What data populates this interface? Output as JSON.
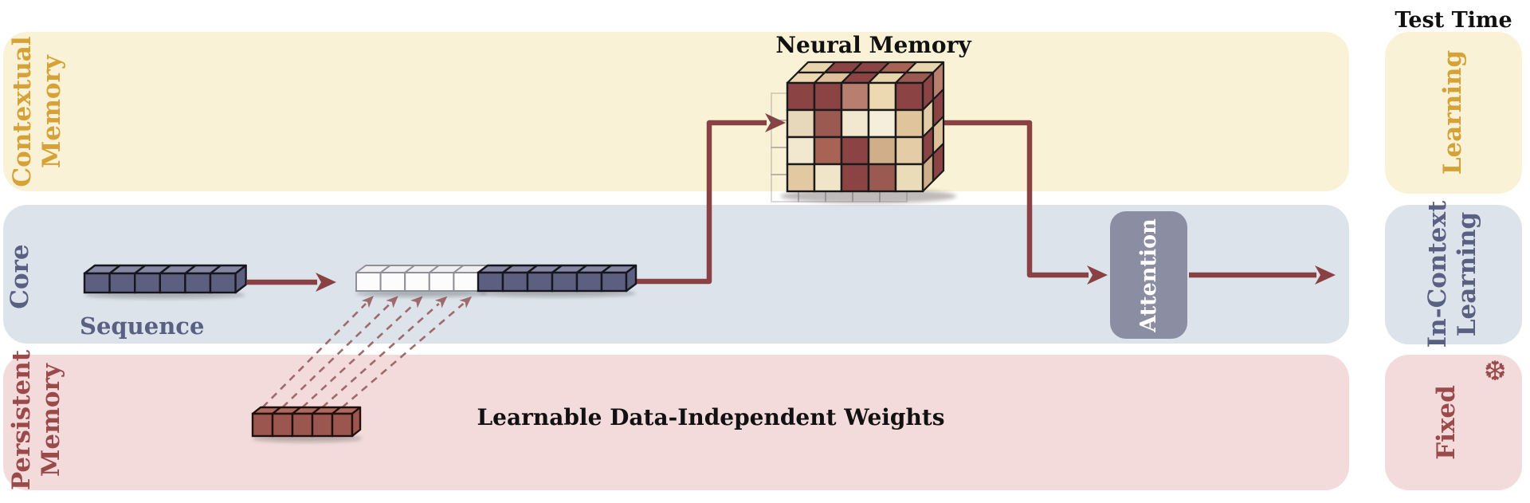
{
  "palette": {
    "band-yellow": "#FAF2D6",
    "band-blue": "#DCE3EB",
    "band-pink": "#F2DBDA",
    "gold-text": "#D6A137",
    "slate-text": "#596081",
    "red-text": "#9B4A4C",
    "arrow": "#8A4143",
    "dashed-arrow": "#A06A6C",
    "attention-box": "#8B8EA3",
    "attention-text": "#FFFFFF",
    "seq-cube-front": "#5C5F80",
    "seq-cube-top": "#8487A4",
    "seq-cube-stroke": "#16161E",
    "white-cube-front": "#FCFCFC",
    "white-cube-top": "#EFEFF2",
    "white-cube-stroke": "#8F8F97",
    "persistent-cube-front": "#9C5650",
    "persistent-cube-top": "#AC6A5F",
    "persistent-cube-stroke": "#200F0C",
    "neural-stroke": "#1A1A1A"
  },
  "header": {
    "test_time": "Test Time"
  },
  "left_labels": {
    "contextual": [
      "Contextual",
      "Memory"
    ],
    "core": "Core",
    "persistent": [
      "Persistent",
      "Memory"
    ]
  },
  "core_band": {
    "sequence_label": "Sequence"
  },
  "persistent_band": {
    "weights_label": "Learnable Data-Independent Weights"
  },
  "neural_memory": {
    "title": "Neural Memory"
  },
  "attention": {
    "label": "Attention"
  },
  "test_time_boxes": {
    "learning": "Learning",
    "in_context": [
      "In-Context",
      "Learning"
    ],
    "fixed": "Fixed",
    "snowflake_icon": "❆"
  },
  "counts": {
    "sequence_cubes": 6,
    "white_cubes": 5,
    "context_window_cubes": 6,
    "persistent_cubes": 5,
    "dashed_arrows": 5
  },
  "neural_cube": {
    "front": [
      [
        "#8C4344",
        "#8C4344",
        "#B97F6E",
        "#ECD9B2",
        "#8C4344"
      ],
      [
        "#E8D8BB",
        "#9A5A52",
        "#F2E8CF",
        "#F5EEDB",
        "#DFC49C"
      ],
      [
        "#F2E8D0",
        "#A86355",
        "#8C4344",
        "#CFAE89",
        "#E4CDA6"
      ],
      [
        "#E2C9A2",
        "#F0E5C9",
        "#8C4344",
        "#9A5A52",
        "#EADBB9"
      ]
    ],
    "top": [
      [
        "#ECD9B2",
        "#DEC19B",
        "#8C4344",
        "#E8D4AD",
        "#9A5A52"
      ],
      [
        "#E8D4AD",
        "#8C4344",
        "#8C4344",
        "#A86355",
        "#E8D4AD"
      ]
    ],
    "right": [
      [
        "#8C4344",
        "#B97F6E"
      ],
      [
        "#E4CDA6",
        "#8C4344"
      ],
      [
        "#8C4344",
        "#DEC19B"
      ],
      [
        "#CFAE89",
        "#8C4344"
      ]
    ]
  }
}
